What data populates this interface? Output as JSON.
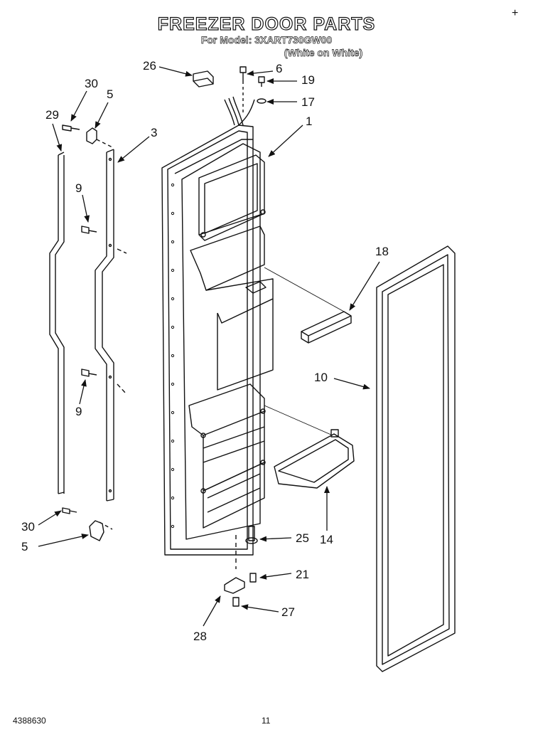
{
  "header": {
    "title": "FREEZER DOOR PARTS",
    "model_line": "For Model: 3XART730GW00",
    "color_line": "(White on White)",
    "corner_mark": "+"
  },
  "footer": {
    "doc_number": "4388630",
    "page_number": "11"
  },
  "callouts": [
    {
      "id": "c26",
      "label": "26"
    },
    {
      "id": "c6",
      "label": "6"
    },
    {
      "id": "c19",
      "label": "19"
    },
    {
      "id": "c17",
      "label": "17"
    },
    {
      "id": "c30a",
      "label": "30"
    },
    {
      "id": "c5a",
      "label": "5"
    },
    {
      "id": "c29",
      "label": "29"
    },
    {
      "id": "c3",
      "label": "3"
    },
    {
      "id": "c1",
      "label": "1"
    },
    {
      "id": "c9a",
      "label": "9"
    },
    {
      "id": "c18",
      "label": "18"
    },
    {
      "id": "c10",
      "label": "10"
    },
    {
      "id": "c9b",
      "label": "9"
    },
    {
      "id": "c30b",
      "label": "30"
    },
    {
      "id": "c5b",
      "label": "5"
    },
    {
      "id": "c25",
      "label": "25"
    },
    {
      "id": "c14",
      "label": "14"
    },
    {
      "id": "c21",
      "label": "21"
    },
    {
      "id": "c27",
      "label": "27"
    },
    {
      "id": "c28",
      "label": "28"
    }
  ]
}
